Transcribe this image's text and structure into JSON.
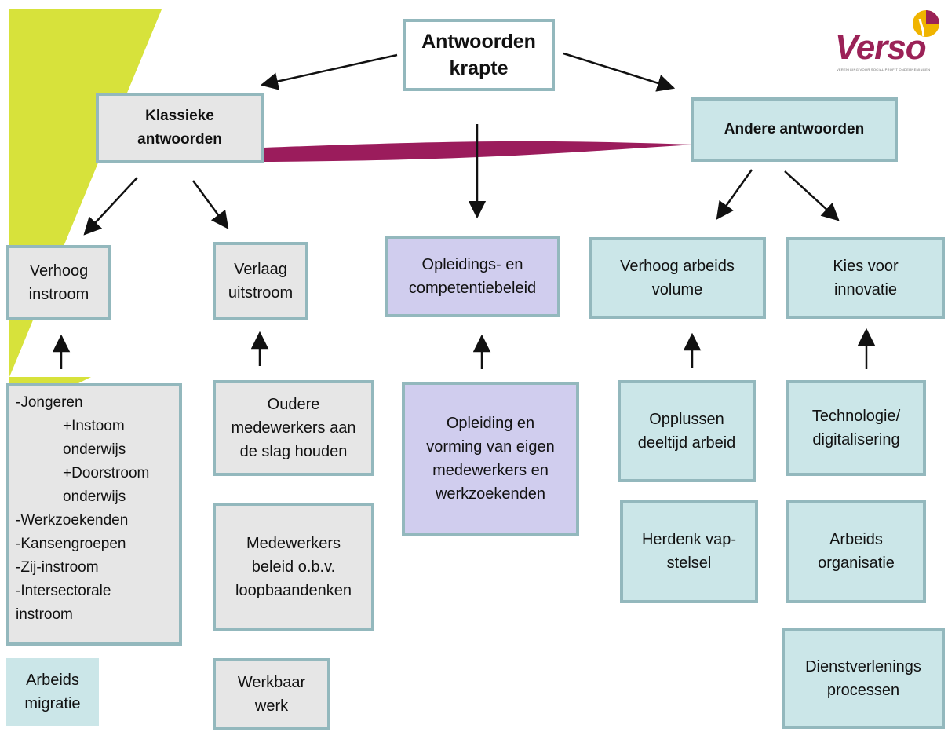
{
  "colors": {
    "accent_yellow": "#d7e23b",
    "bar_magenta": "#9b1c5c",
    "brand": "#9b2257",
    "box_grey": "#e6e6e6",
    "box_teal": "#cbe6e8",
    "box_purple": "#d0cdee"
  },
  "logo": {
    "icon": "verso-globe-icon",
    "word": "Verso",
    "tagline": "VERENIGING VOOR SOCIAL PROFIT ONDERNEMINGEN"
  },
  "root": {
    "label": "Antwoorden\nkrapte"
  },
  "classic": {
    "label": "Klassieke\nantwoorden"
  },
  "other": {
    "label": "Andere antwoorden"
  },
  "columns": {
    "instroom": {
      "head": "Verhoog\ninstroom",
      "list": [
        "-Jongeren",
        "+Instoom",
        "onderwijs",
        "+Doorstroom",
        "onderwijs",
        "-Werkzoekenden",
        "-Kansengroepen",
        "-Zij-instroom",
        "-Intersectorale",
        "instroom"
      ],
      "extra": "Arbeids\nmigratie"
    },
    "uitstroom": {
      "head": "Verlaag\nuitstroom",
      "items": [
        "Oudere\nmedewerkers aan\nde slag houden",
        "Medewerkers\nbeleid o.b.v.\nloopbaandenken",
        "Werkbaar\nwerk"
      ]
    },
    "opleiding": {
      "head": "Opleidings- en\ncompetentiebeleid",
      "items": [
        "Opleiding en\nvorming van eigen\nmedewerkers en\nwerkzoekenden"
      ]
    },
    "volume": {
      "head": "Verhoog arbeids\nvolume",
      "items": [
        "Opplussen\ndeeltijd arbeid",
        "Herdenk vap-\nstelsel"
      ]
    },
    "innovatie": {
      "head": "Kies voor\ninnovatie",
      "items": [
        "Technologie/\ndigitalisering",
        "Arbeids\norganisatie",
        "Dienstverlenings\nprocessen"
      ]
    }
  }
}
